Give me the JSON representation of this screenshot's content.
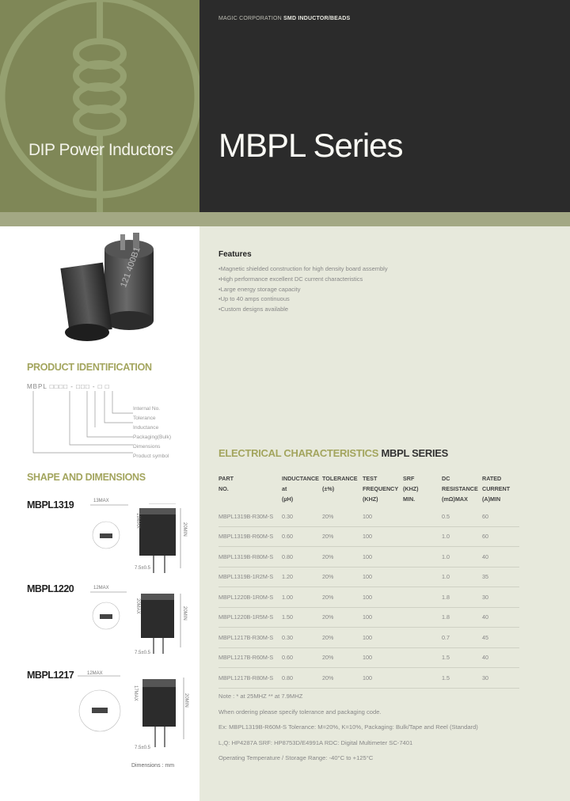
{
  "header": {
    "top_caption_prefix": "MAGIC CORPORATION",
    "top_caption_bold": "SMD INDUCTOR/BEADS",
    "category_title": "DIP Power Inductors",
    "series_title": "MBPL Series"
  },
  "product_photo": {
    "marking": "121 400B1"
  },
  "features": {
    "heading": "Features",
    "items": [
      "Magnetic shielded construction for high density board assembly",
      "High performance excellent DC current characteristics",
      "Large energy storage capacity",
      "Up to 40 amps continuous",
      "Custom designs available"
    ]
  },
  "product_identification": {
    "heading": "PRODUCT IDENTIFICATION",
    "code": "MBPL □□□□ - □□□ - □ □",
    "labels": [
      "Internal No.",
      "Tolerance",
      "Inductance",
      "Packaging(Bulk)",
      "Dimensions",
      "Product symbol"
    ]
  },
  "shape_dimensions": {
    "heading": "SHAPE AND DIMENSIONS",
    "models": [
      {
        "name": "MBPL1319",
        "width_label": "13MAX",
        "height_label": "19MAX",
        "side_label": "20MIN",
        "bottom_label": "7.5±0.5"
      },
      {
        "name": "MBPL1220",
        "width_label": "12MAX",
        "height_label": "20MAX",
        "side_label": "20MIN",
        "bottom_label": "7.5±0.5"
      },
      {
        "name": "MBPL1217",
        "width_label": "12MAX",
        "height_label": "17MAX",
        "side_label": "20MIN",
        "bottom_label": "7.5±0.5"
      }
    ],
    "unit_note": "Dimensions : mm"
  },
  "electrical": {
    "heading_prefix": "ELECTRICAL  CHARACTERISTICS",
    "heading_series": "MBPL  SERIES",
    "columns": [
      [
        "PART",
        "NO."
      ],
      [
        "INDUCTANCE",
        "at",
        "(µH)"
      ],
      [
        "TOLERANCE",
        "(±%)"
      ],
      [
        "TEST",
        "FREQUENCY",
        "(KHZ)"
      ],
      [
        "SRF",
        "(KHZ)",
        "MIN."
      ],
      [
        "DC",
        "RESISTANCE",
        "(mΩ)MAX"
      ],
      [
        "RATED",
        "CURRENT",
        "(A)MIN"
      ]
    ],
    "rows": [
      [
        "MBPL1319B-R30M-S",
        "0.30",
        "20%",
        "100",
        "",
        "0.5",
        "60"
      ],
      [
        "MBPL1319B-R60M-S",
        "0.60",
        "20%",
        "100",
        "",
        "1.0",
        "60"
      ],
      [
        "MBPL1319B-R80M-S",
        "0.80",
        "20%",
        "100",
        "",
        "1.0",
        "40"
      ],
      [
        "MBPL1319B-1R2M-S",
        "1.20",
        "20%",
        "100",
        "",
        "1.0",
        "35"
      ],
      [
        "MBPL1220B-1R0M-S",
        "1.00",
        "20%",
        "100",
        "",
        "1.8",
        "30"
      ],
      [
        "MBPL1220B-1R5M-S",
        "1.50",
        "20%",
        "100",
        "",
        "1.8",
        "40"
      ],
      [
        "MBPL1217B-R30M-S",
        "0.30",
        "20%",
        "100",
        "",
        "0.7",
        "45"
      ],
      [
        "MBPL1217B-R60M-S",
        "0.60",
        "20%",
        "100",
        "",
        "1.5",
        "40"
      ],
      [
        "MBPL1217B-R80M-S",
        "0.80",
        "20%",
        "100",
        "",
        "1.5",
        "30"
      ]
    ],
    "notes": [
      "Note : * at 25MHZ       ** at 7.9MHZ",
      "When ordering please specify tolerance and packaging code.",
      "Ex: MBPL1319B-R60M-S   Tolerance: M=20%, K=10%, Packaging: Bulk/Tape and Reel (Standard)",
      "L,Q: HP4287A          SRF: HP8753D/E4991A     RDC: Digital Multimeter SC-7401",
      "Operating Temperature / Storage Range: -40°C to +125°C"
    ]
  },
  "colors": {
    "olive": "#7f8757",
    "dark": "#2b2b2b",
    "band": "#a3a884",
    "panel": "#e7e9dc",
    "heading_green": "#a3a55e"
  }
}
